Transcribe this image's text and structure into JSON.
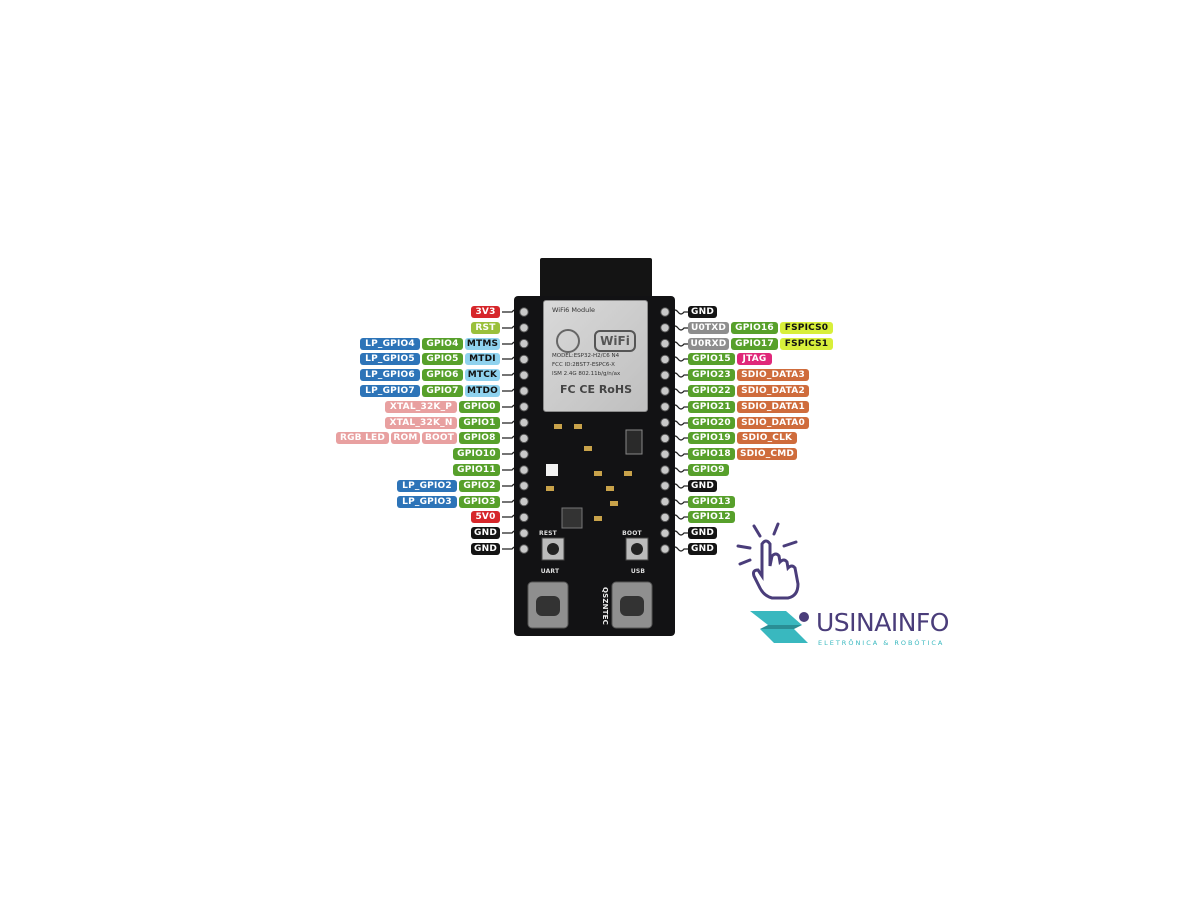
{
  "colors": {
    "red": "#d6262a",
    "lime": "#9ac03b",
    "green": "#57a02b",
    "blue": "#2d74b8",
    "cyan": "#8fd2ee",
    "pink": "#e8a0a0",
    "gray": "#8e8e8e",
    "yellow": "#d8ef3a",
    "magenta": "#e0287a",
    "orange": "#cf6c3c",
    "black": "#141414"
  },
  "left_pins": [
    {
      "labels": [
        {
          "text": "3V3",
          "color": "red"
        }
      ]
    },
    {
      "labels": [
        {
          "text": "RST",
          "color": "lime"
        }
      ]
    },
    {
      "labels": [
        {
          "text": "LP_GPIO4",
          "color": "blue"
        },
        {
          "text": "GPIO4",
          "color": "green"
        },
        {
          "text": "MTMS",
          "color": "cyan"
        }
      ]
    },
    {
      "labels": [
        {
          "text": "LP_GPIO5",
          "color": "blue"
        },
        {
          "text": "GPIO5",
          "color": "green"
        },
        {
          "text": "MTDI",
          "color": "cyan"
        }
      ]
    },
    {
      "labels": [
        {
          "text": "LP_GPIO6",
          "color": "blue"
        },
        {
          "text": "GPIO6",
          "color": "green"
        },
        {
          "text": "MTCK",
          "color": "cyan"
        }
      ]
    },
    {
      "labels": [
        {
          "text": "LP_GPIO7",
          "color": "blue"
        },
        {
          "text": "GPIO7",
          "color": "green"
        },
        {
          "text": "MTDO",
          "color": "cyan"
        }
      ]
    },
    {
      "labels": [
        {
          "text": "XTAL_32K_P",
          "color": "pink"
        },
        {
          "text": "GPIO0",
          "color": "green"
        }
      ]
    },
    {
      "labels": [
        {
          "text": "XTAL_32K_N",
          "color": "pink"
        },
        {
          "text": "GPIO1",
          "color": "green"
        }
      ]
    },
    {
      "labels": [
        {
          "text": "RGB LED",
          "color": "pink"
        },
        {
          "text": "ROM",
          "color": "pink"
        },
        {
          "text": "BOOT",
          "color": "pink"
        },
        {
          "text": "GPIO8",
          "color": "green"
        }
      ]
    },
    {
      "labels": [
        {
          "text": "GPIO10",
          "color": "green"
        }
      ]
    },
    {
      "labels": [
        {
          "text": "GPIO11",
          "color": "green"
        }
      ]
    },
    {
      "labels": [
        {
          "text": "LP_GPIO2",
          "color": "blue"
        },
        {
          "text": "GPIO2",
          "color": "green"
        }
      ]
    },
    {
      "labels": [
        {
          "text": "LP_GPIO3",
          "color": "blue"
        },
        {
          "text": "GPIO3",
          "color": "green"
        }
      ]
    },
    {
      "labels": [
        {
          "text": "5V0",
          "color": "red"
        }
      ]
    },
    {
      "labels": [
        {
          "text": "GND",
          "color": "black"
        }
      ]
    },
    {
      "labels": [
        {
          "text": "GND",
          "color": "black"
        }
      ]
    }
  ],
  "right_pins": [
    {
      "labels": [
        {
          "text": "GND",
          "color": "black"
        }
      ]
    },
    {
      "labels": [
        {
          "text": "U0TXD",
          "color": "gray"
        },
        {
          "text": "GPIO16",
          "color": "green"
        },
        {
          "text": "FSPICS0",
          "color": "yellow"
        }
      ]
    },
    {
      "labels": [
        {
          "text": "U0RXD",
          "color": "gray"
        },
        {
          "text": "GPIO17",
          "color": "green"
        },
        {
          "text": "FSPICS1",
          "color": "yellow"
        }
      ]
    },
    {
      "labels": [
        {
          "text": "GPIO15",
          "color": "green"
        },
        {
          "text": "JTAG",
          "color": "magenta"
        }
      ]
    },
    {
      "labels": [
        {
          "text": "GPIO23",
          "color": "green"
        },
        {
          "text": "SDIO_DATA3",
          "color": "orange"
        }
      ]
    },
    {
      "labels": [
        {
          "text": "GPIO22",
          "color": "green"
        },
        {
          "text": "SDIO_DATA2",
          "color": "orange"
        }
      ]
    },
    {
      "labels": [
        {
          "text": "GPIO21",
          "color": "green"
        },
        {
          "text": "SDIO_DATA1",
          "color": "orange"
        }
      ]
    },
    {
      "labels": [
        {
          "text": "GPIO20",
          "color": "green"
        },
        {
          "text": "SDIO_DATA0",
          "color": "orange"
        }
      ]
    },
    {
      "labels": [
        {
          "text": "GPIO19",
          "color": "green"
        },
        {
          "text": "SDIO_CLK",
          "color": "orange"
        }
      ]
    },
    {
      "labels": [
        {
          "text": "GPIO18",
          "color": "green"
        },
        {
          "text": "SDIO_CMD",
          "color": "orange"
        }
      ]
    },
    {
      "labels": [
        {
          "text": "GPIO9",
          "color": "green"
        }
      ]
    },
    {
      "labels": [
        {
          "text": "GND",
          "color": "black"
        }
      ]
    },
    {
      "labels": [
        {
          "text": "GPIO13",
          "color": "green"
        }
      ]
    },
    {
      "labels": [
        {
          "text": "GPIO12",
          "color": "green"
        }
      ]
    },
    {
      "labels": [
        {
          "text": "GND",
          "color": "black"
        }
      ]
    },
    {
      "labels": [
        {
          "text": "GND",
          "color": "black"
        }
      ]
    }
  ],
  "board": {
    "module_title": "WiFi6 Module",
    "wifi_logo": "WiFi",
    "module_lines": [
      "MODEL:ESP32-H2/C6 N4",
      "FCC ID:2BST7-ESPC6-X",
      "ISM 2.4G 802.11b/g/n/ax"
    ],
    "cert_marks": "FC CE RoHS",
    "rest_label": "REST",
    "boot_label": "BOOT",
    "uart_label": "UART",
    "usb_label": "USB",
    "maker": "QSZNTEC"
  },
  "brand": {
    "name": "USINAINFO",
    "tagline": "ELETRÔNICA & ROBÓTICA",
    "accent_teal": "#39b8bf",
    "accent_purple": "#4a3d7a",
    "icons": [
      "tap-hand-icon",
      "usinainfo-logo-mark"
    ]
  }
}
